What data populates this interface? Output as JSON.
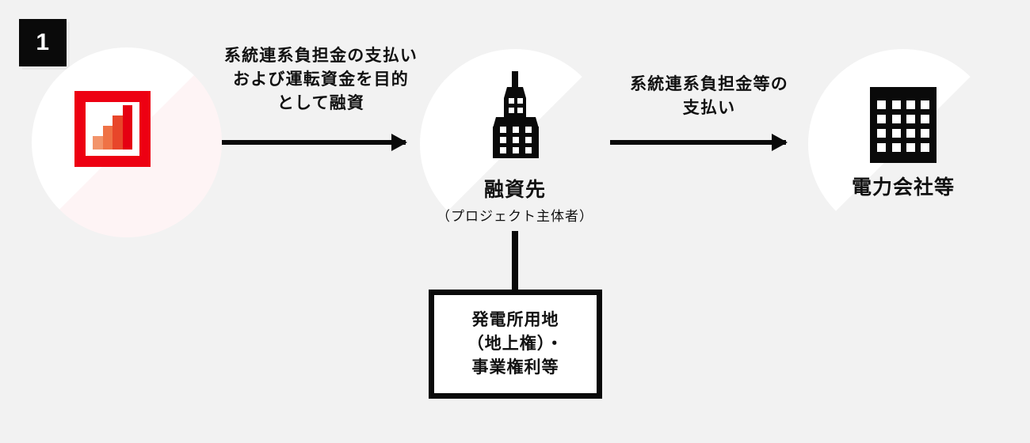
{
  "background_color": "#F2F2F2",
  "badge": {
    "number": "1",
    "bg": "#0A0A0A",
    "fg": "#FFFFFF"
  },
  "nodes": [
    {
      "id": "project-finance",
      "icon": "bar-chart-icon",
      "accent": "#ED0012",
      "label": "",
      "sublabel": ""
    },
    {
      "id": "borrower",
      "icon": "skyscraper-icon",
      "label": "融資先",
      "sublabel": "（プロジェクト主体者）"
    },
    {
      "id": "power-company",
      "icon": "office-building-icon",
      "label": "電力会社等",
      "sublabel": ""
    }
  ],
  "arrows": [
    {
      "id": "loan-arrow",
      "from": "project-finance",
      "to": "borrower",
      "label": "系統連系負担金の支払い\nおよび運転資金を目的\nとして融資"
    },
    {
      "id": "payment-arrow",
      "from": "borrower",
      "to": "power-company",
      "label": "系統連系負担金等の\n支払い"
    }
  ],
  "note_box": {
    "id": "collateral-note",
    "text": "発電所用地\n（地上権）・\n事業権利等"
  },
  "chart_icon": {
    "bars": [
      {
        "height_pct": 28,
        "color": "#F2946B"
      },
      {
        "height_pct": 50,
        "color": "#EF7246"
      },
      {
        "height_pct": 72,
        "color": "#E8462A"
      },
      {
        "height_pct": 94,
        "color": "#E50012"
      }
    ]
  }
}
